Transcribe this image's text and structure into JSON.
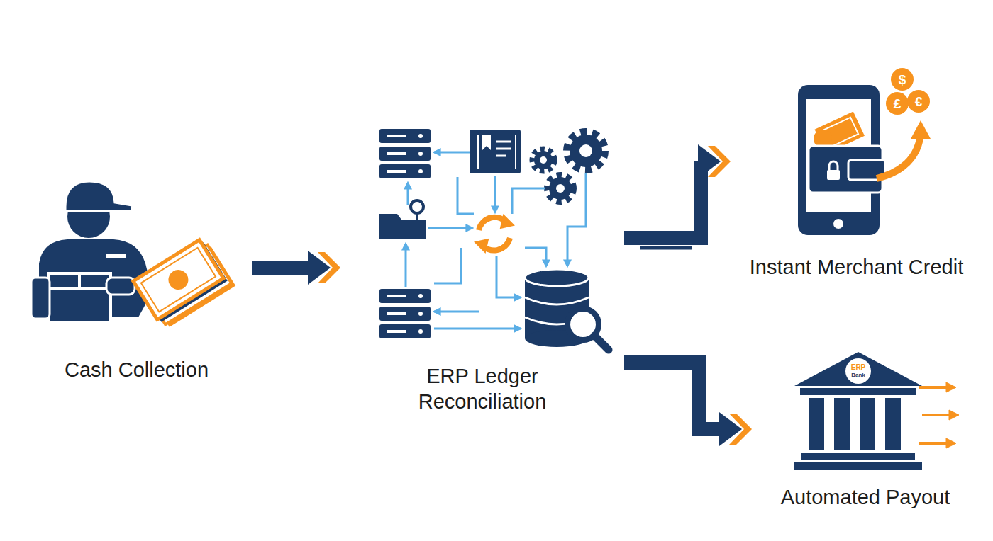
{
  "diagram": {
    "nodes": [
      {
        "text": [
          "Cash Collection"
        ]
      },
      {
        "text": [
          "ERP Ledger Reconciliation"
        ]
      },
      {
        "text": [
          "Instant Merchant Credit"
        ]
      },
      {
        "text": [
          "Automated Payout"
        ]
      }
    ],
    "edges": [
      {
        "from": 0,
        "to": 1,
        "arrow": "to"
      },
      {
        "from": 1,
        "to": 2,
        "arrow": "to"
      },
      {
        "from": 1,
        "to": 3,
        "arrow": "to"
      }
    ],
    "labels": [
      "$",
      "£",
      "€",
      "ERP",
      "Bank"
    ]
  }
}
